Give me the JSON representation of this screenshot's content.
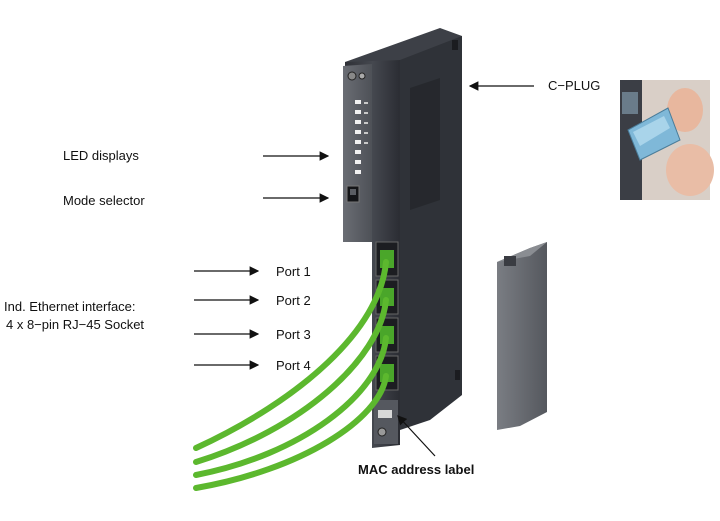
{
  "labels": {
    "led_displays": "LED displays",
    "mode_selector": "Mode selector",
    "cplug": "C−PLUG",
    "ethernet_line1": "Ind. Ethernet interface:",
    "ethernet_line2": "4 x 8−pin RJ−45 Socket",
    "port1": "Port 1",
    "port2": "Port 2",
    "port3": "Port 3",
    "port4": "Port 4",
    "mac_label": "MAC address label"
  },
  "colors": {
    "module_body": "#3a3d45",
    "module_face": "#55585f",
    "cable_green": "#5cb82e",
    "cover": "#6a6d73",
    "cplug_blue": "#7fb8d8"
  }
}
